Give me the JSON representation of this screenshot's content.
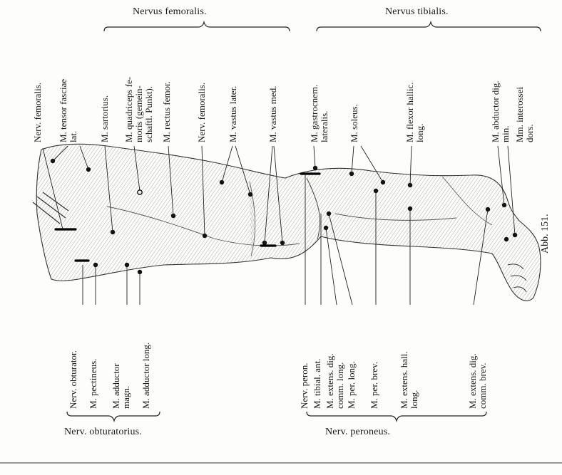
{
  "headers": {
    "femoral_nerve": "Nervus femoralis.",
    "tibial_nerve": "Nervus tibialis.",
    "obturator_nerve": "Nerv. obturatorius.",
    "peroneal_nerve": "Nerv. peroneus."
  },
  "top_labels": {
    "nerv_femoralis_1": "Nerv. femoralis.",
    "tensor_fasciae": "M. tensor fasciae\nlat.",
    "sartorius": "M. sartorius.",
    "quadriceps": "M. quadriceps fe-\nmoris (gemein-\nschaftl. Punkt).",
    "rectus": "M. rectus femor.",
    "nerv_femoralis_2": "Nerv. femoralis.",
    "vastus_lat": "M. vastus later.",
    "vastus_med": "M. vastus med.",
    "gastrocnem": "M. gastrocnem.\nlateralis.",
    "soleus": "M. soleus.",
    "flexor_hallucis": "M. flexor hallic.\nlong.",
    "abductor_dig": "M. abductor dig.\nmin.",
    "interossei": "Mm. interossei\ndors."
  },
  "bottom_labels": {
    "nerv_obturator": "Nerv. obturator.",
    "pectineus": "M. pectineus.",
    "adductor_magn": "M. adductor\nmagn.",
    "adductor_long": "M. adductor long.",
    "nerv_peron": "Nerv. peron.",
    "tibial_ant": "M. tibial. ant.",
    "extens_dig_long": "M. extens. dig.\ncomm. long.",
    "per_long": "M. per. long.",
    "per_brev": "M. per. brev.",
    "extens_hall": "M. extens. hall.\nlong.",
    "extens_dig_brev": "M. extens. dig.\ncomm. brev."
  },
  "figure_label": "Abb. 151."
}
